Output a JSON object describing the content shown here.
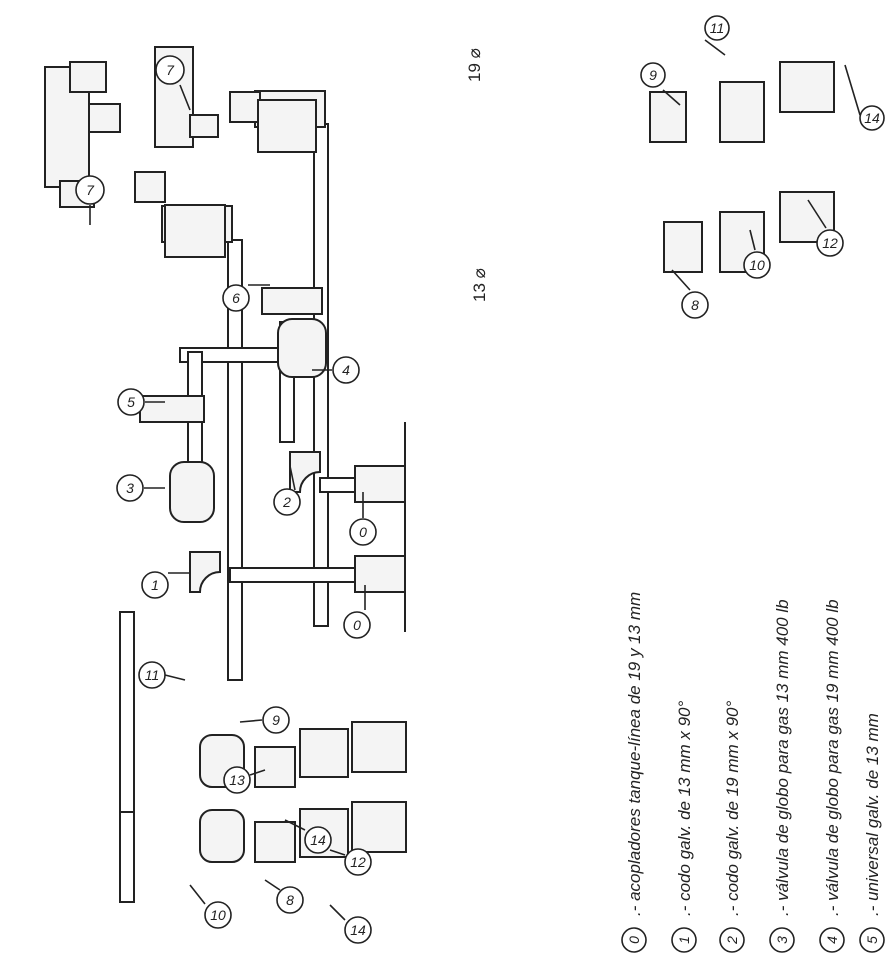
{
  "diagram": {
    "dimension_labels": [
      "19 ⌀",
      "13 ⌀"
    ],
    "callouts": {
      "c7a": "7",
      "c7b": "7",
      "c11a": "11",
      "c9a": "9",
      "c14a": "14",
      "c6": "6",
      "c8a": "8",
      "c10a": "10",
      "c12a": "12",
      "c4": "4",
      "c5": "5",
      "c3": "3",
      "c2": "2",
      "c1": "1",
      "c0a": "0",
      "c0b": "0",
      "c11b": "11",
      "c9b": "9",
      "c13": "13",
      "c14b": "14",
      "c10b": "10",
      "c8b": "8",
      "c12b": "12",
      "c14c": "14"
    },
    "legend": [
      {
        "num": "0",
        "text": ".- acopladores tanque-línea de 19 y 13 mm"
      },
      {
        "num": "1",
        "text": ".- codo galv. de 13 mm x 90°"
      },
      {
        "num": "2",
        "text": ".- codo galv. de 19 mm x 90°"
      },
      {
        "num": "3",
        "text": ".- válvula de globo para gas 13 mm 400 lb"
      },
      {
        "num": "4",
        "text": ".- válvula de globo para gas 19 mm 400 lb"
      },
      {
        "num": "5",
        "text": ".- universal galv. de 13 mm"
      }
    ]
  }
}
